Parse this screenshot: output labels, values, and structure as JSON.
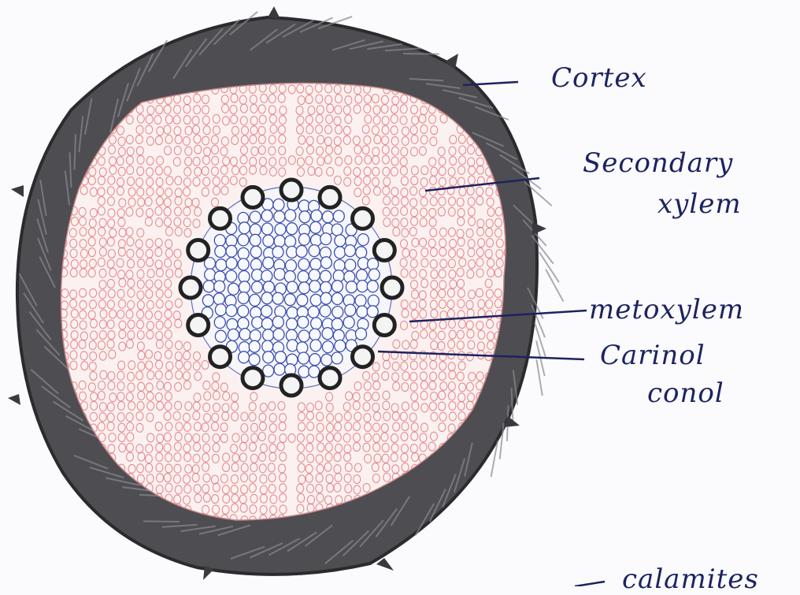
{
  "diagram": {
    "labels": {
      "cortex": "Cortex",
      "secondary_xylem_line1": "Secondary",
      "secondary_xylem_line2": "xylem",
      "metaxylem": "metoxylem",
      "carinal_canal_line1": "Carinol",
      "carinal_canal_line2": "conol",
      "bottom_cut_text": "calamites"
    },
    "colors": {
      "background": "#fbfafd",
      "cortex_ring": "#4a4a4f",
      "secondary_xylem_cells": "#e06a6a",
      "pith_cells": "#3a4fb0",
      "metaxylem_strands": "#222222",
      "label_ink": "#1c2360"
    },
    "metaxylem_strand_count": 16
  }
}
